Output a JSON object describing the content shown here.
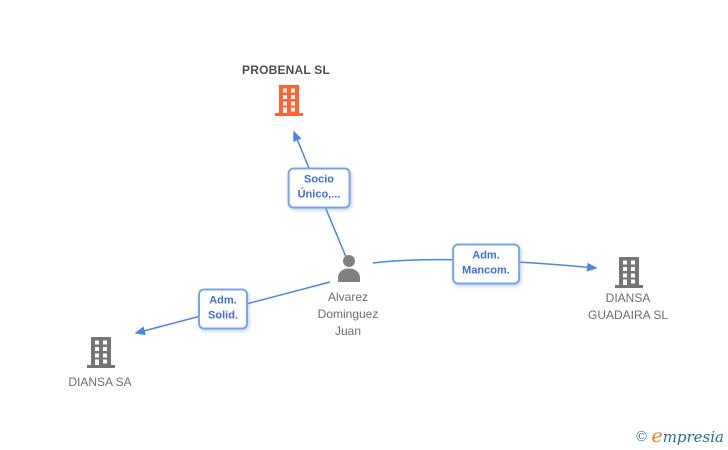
{
  "diagram": {
    "kind": "corporate-relations-graph",
    "background": "#ffffff"
  },
  "colors": {
    "highlight_company": "#FF6233",
    "company_icon": "#757575",
    "person_icon": "#808080",
    "edge_line": "#4C86E0",
    "edge_label_border": "#7AA3E9",
    "edge_label_text": "#3D6FD6",
    "node_title_text": "#4D4D4D",
    "node_text": "#6E6E6E",
    "brand_teal": "#2A6F8C",
    "brand_orange": "#EE7F1D"
  },
  "nodes": [
    {
      "id": "probenal",
      "type": "company",
      "highlighted": true,
      "label": "PROBENAL SL"
    },
    {
      "id": "alvarez",
      "type": "person",
      "label": "Alvarez Dominguez Juan",
      "lines": [
        "Alvarez",
        "Dominguez",
        "Juan"
      ]
    },
    {
      "id": "diansa-guadaira",
      "type": "company",
      "highlighted": false,
      "label": "DIANSA GUADAIRA SL",
      "lines": [
        "DIANSA",
        "GUADAIRA SL"
      ]
    },
    {
      "id": "diansa",
      "type": "company",
      "highlighted": false,
      "label": "DIANSA SA",
      "lines": [
        "DIANSA SA"
      ]
    }
  ],
  "edges": [
    {
      "from": "alvarez",
      "to": "probenal",
      "label": "Socio Único,...",
      "label_lines": [
        "Socio",
        "Único,..."
      ]
    },
    {
      "from": "alvarez",
      "to": "diansa-guadaira",
      "label": "Adm. Mancom.",
      "label_lines": [
        "Adm.",
        "Mancom."
      ]
    },
    {
      "from": "alvarez",
      "to": "diansa",
      "label": "Adm. Solid.",
      "label_lines": [
        "Adm.",
        "Solid."
      ]
    }
  ],
  "footer": {
    "copyright": "©",
    "brand_first_letter": "e",
    "brand_rest": "mpresia"
  }
}
